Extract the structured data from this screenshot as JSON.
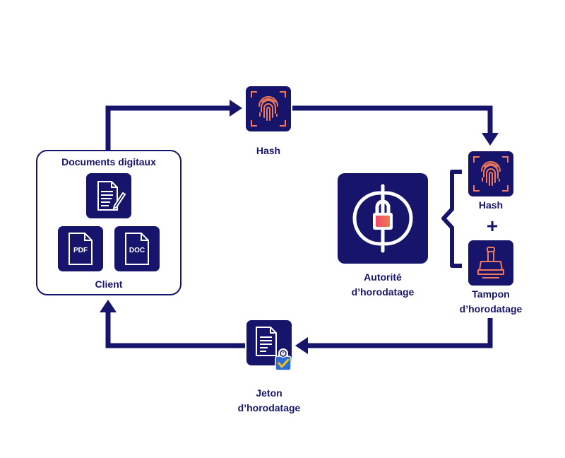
{
  "colors": {
    "navy": "#17146b",
    "accent": "#f07a5b",
    "lock_pink": "#f04a6a",
    "lock_orange": "#f07a4f",
    "badge_yellow": "#f2c21b",
    "badge_blue": "#2b6cd8"
  },
  "client": {
    "title": "Documents digitaux",
    "caption": "Client",
    "files": [
      {
        "icon": "document-pen-icon"
      },
      {
        "icon": "pdf-file-icon",
        "tag": "PDF"
      },
      {
        "icon": "doc-file-icon",
        "tag": "DOC"
      }
    ]
  },
  "hash_top": {
    "label": "Hash",
    "icon": "fingerprint-icon"
  },
  "hash_right": {
    "label": "Hash",
    "icon": "fingerprint-icon"
  },
  "plus_sign": "+",
  "stamp": {
    "label_line1": "Tampon",
    "label_line2": "d’horodatage",
    "icon": "stamp-icon"
  },
  "authority": {
    "label_line1": "Autorité",
    "label_line2": "d’horodatage",
    "icon": "lock-circle-icon"
  },
  "token": {
    "label_line1": "Jeton",
    "label_line2": "d’horodatage",
    "icon": "document-certified-icon"
  }
}
